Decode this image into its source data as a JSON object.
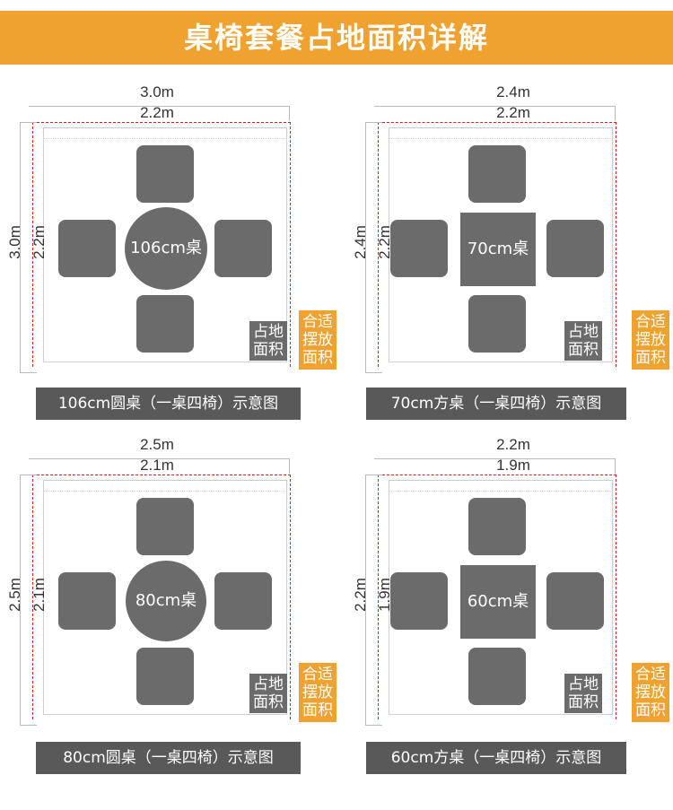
{
  "header": {
    "title": "桌椅套餐占地面积详解"
  },
  "colors": {
    "accent": "#efa230",
    "furniture": "#6b6b6b",
    "caption_bg": "#595959",
    "boundary_dash": "#cc2222"
  },
  "panels": [
    {
      "outer_dim": "3.0m",
      "inner_dim": "2.2m",
      "table_label": "106cm桌",
      "table_shape": "round",
      "occupy_tag": [
        "占地",
        "面积"
      ],
      "suit_tag": [
        "合适",
        "摆放",
        "面积"
      ],
      "caption": "106cm圆桌（一桌四椅）示意图"
    },
    {
      "outer_dim": "2.4m",
      "inner_dim": "2.2m",
      "table_label": "70cm桌",
      "table_shape": "square",
      "occupy_tag": [
        "占地",
        "面积"
      ],
      "suit_tag": [
        "合适",
        "摆放",
        "面积"
      ],
      "caption": "70cm方桌（一桌四椅）示意图"
    },
    {
      "outer_dim": "2.5m",
      "inner_dim": "2.1m",
      "table_label": "80cm桌",
      "table_shape": "round",
      "occupy_tag": [
        "占地",
        "面积"
      ],
      "suit_tag": [
        "合适",
        "摆放",
        "面积"
      ],
      "caption": "80cm圆桌（一桌四椅）示意图"
    },
    {
      "outer_dim": "2.2m",
      "inner_dim": "1.9m",
      "table_label": "60cm桌",
      "table_shape": "square",
      "occupy_tag": [
        "占地",
        "面积"
      ],
      "suit_tag": [
        "合适",
        "摆放",
        "面积"
      ],
      "caption": "60cm方桌（一桌四椅）示意图"
    }
  ]
}
